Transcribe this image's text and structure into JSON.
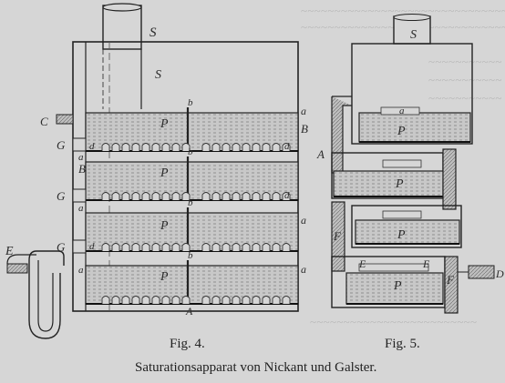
{
  "figure4": {
    "caption": "Fig. 4.",
    "labels": {
      "S_top": "S",
      "S_side": "S",
      "C": "C",
      "E": "E",
      "B1": "B",
      "B2": "B",
      "G1": "G",
      "G2": "G",
      "G3": "G",
      "a1": "a",
      "a2": "a",
      "a3": "a",
      "a4": "a",
      "a5": "a",
      "a6": "a",
      "d1": "d",
      "d2": "d",
      "d3": "d",
      "d4": "d",
      "P1": "P",
      "P2": "P",
      "P3": "P",
      "P4": "P",
      "b1": "b",
      "b2": "b",
      "b3": "b",
      "b4": "b",
      "A": "A"
    }
  },
  "figure5": {
    "caption": "Fig. 5.",
    "labels": {
      "S": "S",
      "a": "a",
      "A": "A",
      "F1": "F",
      "F2": "F",
      "P1": "P",
      "P2": "P",
      "P3": "P",
      "P4": "P",
      "E1": "E",
      "E2": "E",
      "D": "D"
    }
  },
  "main_caption": "Saturationsapparat von Nickant und Galster."
}
